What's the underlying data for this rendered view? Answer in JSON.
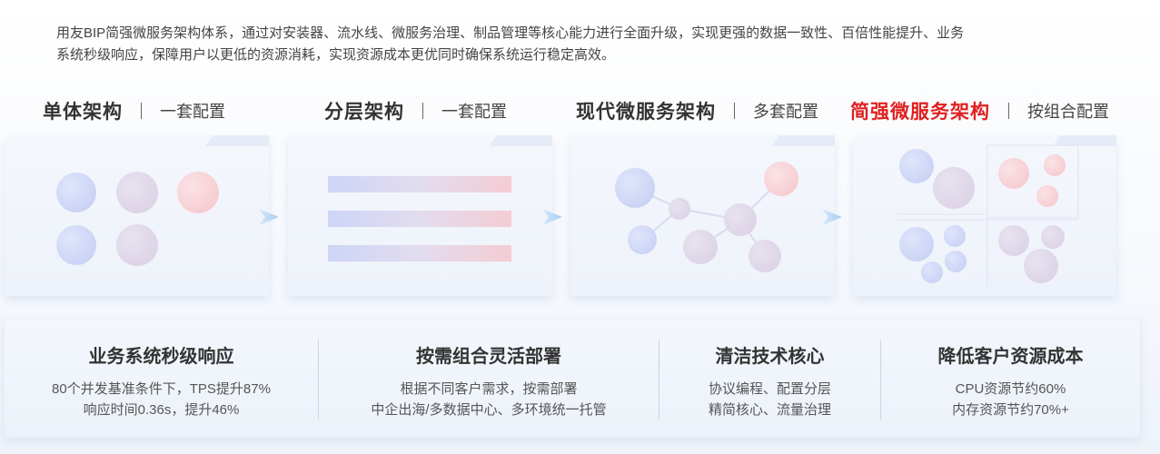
{
  "intro": {
    "line1": "用友BIP简强微服务架构体系，通过对安装器、流水线、微服务治理、制品管理等核心能力进行全面升级，实现更强的数据一致性、百倍性能提升、业务",
    "line2": "系统秒级响应，保障用户以更低的资源消耗，实现资源成本更优同时确保系统运行稳定高效。"
  },
  "architectures": [
    {
      "name": "单体架构",
      "config": "一套配置",
      "highlight": false
    },
    {
      "name": "分层架构",
      "config": "一套配置",
      "highlight": false
    },
    {
      "name": "现代微服务架构",
      "config": "多套配置",
      "highlight": false
    },
    {
      "name": "简强微服务架构",
      "config": "按组合配置",
      "highlight": true
    }
  ],
  "features": [
    {
      "title": "业务系统秒级响应",
      "line1": "80个并发基准条件下，TPS提升87%",
      "line2": "响应时间0.36s，提升46%"
    },
    {
      "title": "按需组合灵活部署",
      "line1": "根据不同客户需求，按需部署",
      "line2": "中企出海/多数据中心、多环境统一托管"
    },
    {
      "title": "清洁技术核心",
      "line1": "协议编程、配置分层",
      "line2": "精简核心、流量治理"
    },
    {
      "title": "降低客户资源成本",
      "line1": "CPU资源节约60%",
      "line2": "内存资源节约70%+"
    }
  ],
  "colors": {
    "highlight": "#e02020",
    "accent_blue": "#c4cdf3",
    "accent_red": "#f4c4cb"
  },
  "icons": [
    "arrow-right-icon"
  ]
}
